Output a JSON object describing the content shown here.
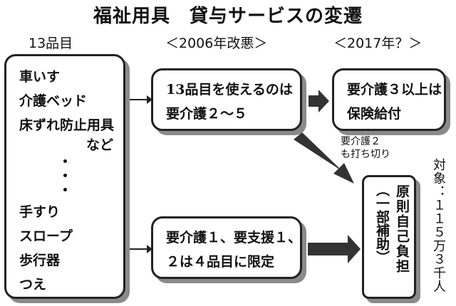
{
  "title": "福祉用具　貸与サービスの変遷",
  "col_headers": {
    "items": "13品目",
    "reform_2006": "＜2006年改悪＞",
    "future_2017": "＜2017年？＞"
  },
  "items_top": [
    "車いす",
    "介護ベッド",
    "床ずれ防止用具"
  ],
  "items_etc": "など",
  "items_bottom": [
    "手すり",
    "スロープ",
    "歩行器",
    "つえ"
  ],
  "box_2006_top": [
    "13品目を使えるのは",
    "要介護２～５"
  ],
  "box_2017_top": [
    "要介護３以上は",
    "保険給付"
  ],
  "box_2006_bottom": [
    "要介護１、要支援１、",
    "２は４品目に限定"
  ],
  "arrow_label": [
    "要介護２",
    "も打ち切り"
  ],
  "final_box": {
    "main": "原則自己負担",
    "sub": "（一部補助）"
  },
  "target_label": "対象：１１５万３千人"
}
